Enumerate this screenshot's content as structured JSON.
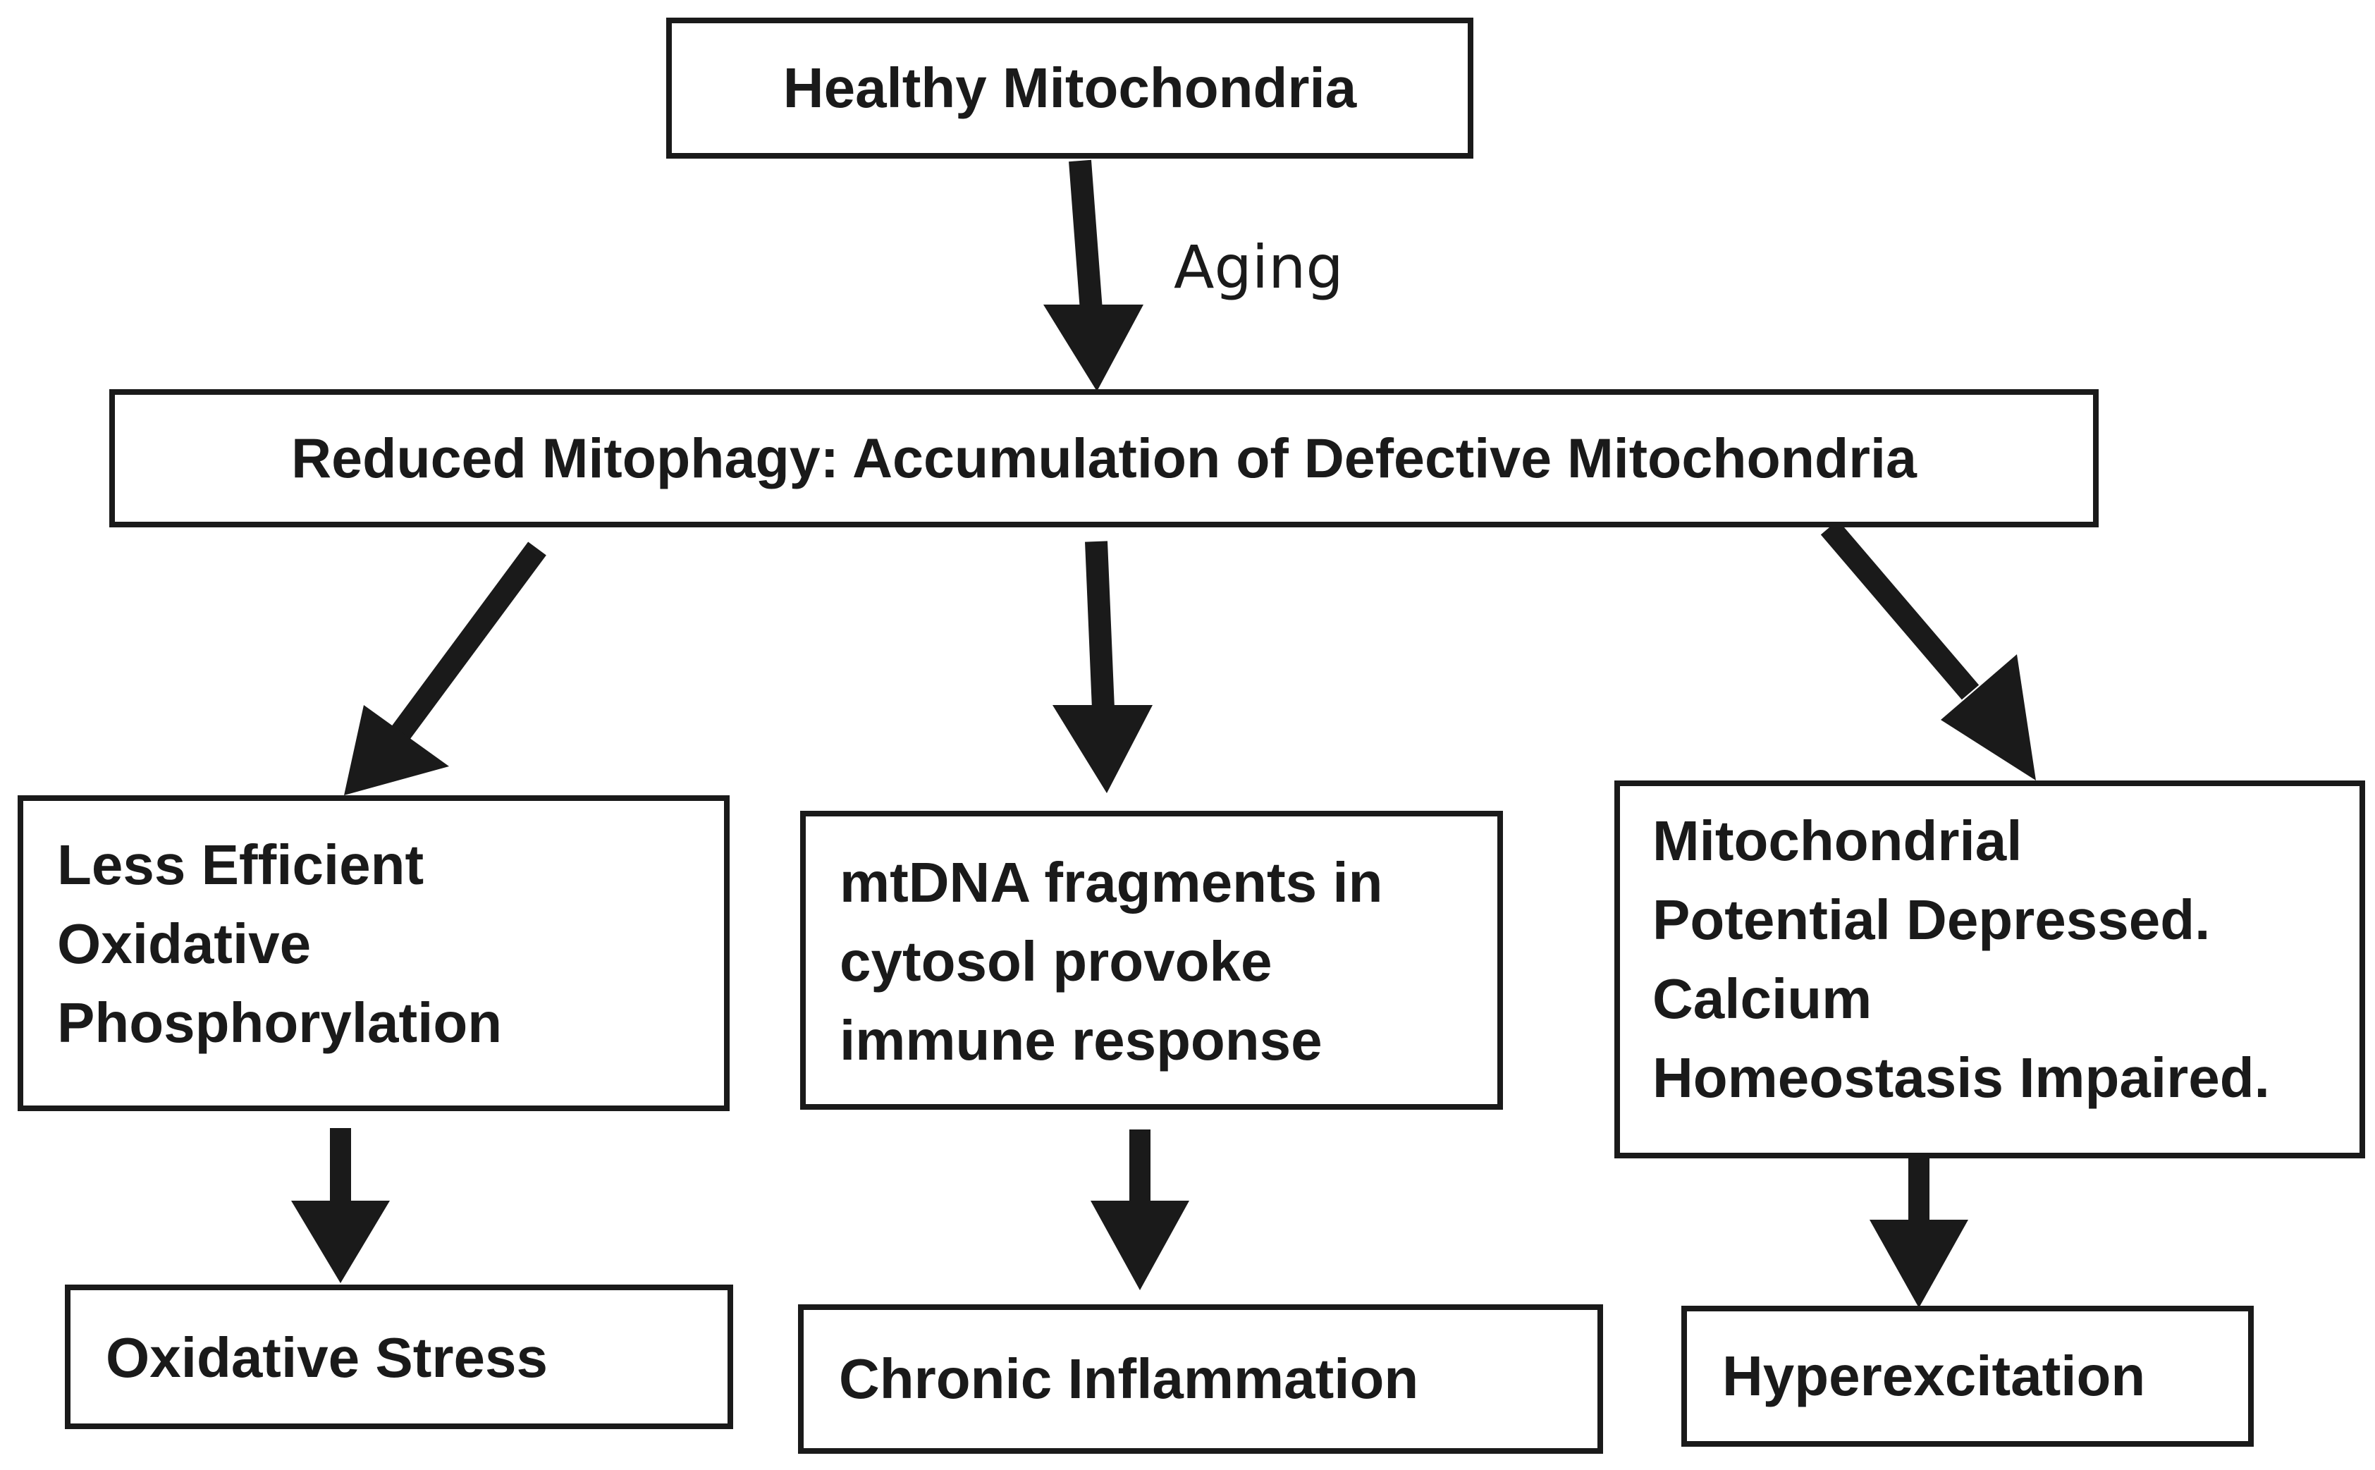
{
  "diagram": {
    "nodes": {
      "healthy": {
        "label": "Healthy Mitochondria"
      },
      "reduced": {
        "label": "Reduced Mitophagy: Accumulation of Defective Mitochondria"
      },
      "less_efficient": {
        "lines": [
          "Less Efficient",
          "Oxidative",
          "Phosphorylation"
        ]
      },
      "mtdna": {
        "lines": [
          "mtDNA fragments in",
          "cytosol provoke",
          "immune response"
        ]
      },
      "potential": {
        "lines": [
          "Mitochondrial",
          "Potential Depressed.",
          "Calcium",
          "Homeostasis Impaired."
        ]
      },
      "oxidative_stress": {
        "label": "Oxidative Stress"
      },
      "chronic_inflammation": {
        "label": "Chronic Inflammation"
      },
      "hyperexcitation": {
        "label": "Hyperexcitation"
      }
    },
    "edges": [
      {
        "from": "healthy",
        "to": "reduced",
        "label": "Aging"
      },
      {
        "from": "reduced",
        "to": "less_efficient",
        "label": ""
      },
      {
        "from": "reduced",
        "to": "mtdna",
        "label": ""
      },
      {
        "from": "reduced",
        "to": "potential",
        "label": ""
      },
      {
        "from": "less_efficient",
        "to": "oxidative_stress",
        "label": ""
      },
      {
        "from": "mtdna",
        "to": "chronic_inflammation",
        "label": ""
      },
      {
        "from": "potential",
        "to": "hyperexcitation",
        "label": ""
      }
    ]
  }
}
